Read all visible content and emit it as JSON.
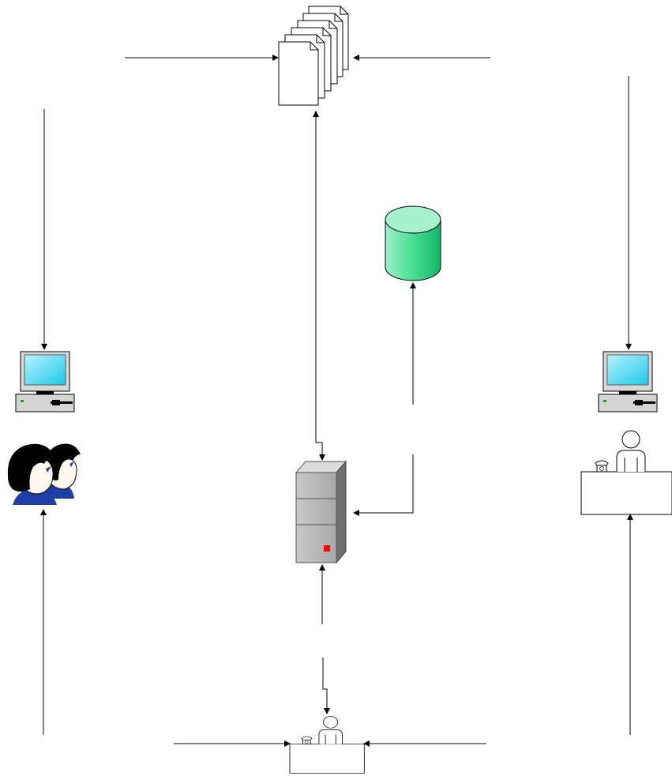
{
  "diagram": {
    "nodes": [
      {
        "id": "document-stack",
        "kind": "documents",
        "icon": "document-stack-icon"
      },
      {
        "id": "database",
        "kind": "database",
        "icon": "database-cylinder-icon",
        "color": "#1fd07f"
      },
      {
        "id": "server",
        "kind": "server",
        "icon": "server-tower-icon",
        "indicator_color": "#ff0000"
      },
      {
        "id": "computer-left",
        "kind": "workstation",
        "icon": "desktop-computer-icon",
        "screen_color": "#22d3ee"
      },
      {
        "id": "computer-right",
        "kind": "workstation",
        "icon": "desktop-computer-icon",
        "screen_color": "#22d3ee"
      },
      {
        "id": "users",
        "kind": "people",
        "icon": "users-group-icon",
        "accent_color": "#1f3fa8"
      },
      {
        "id": "desk-right",
        "kind": "operator",
        "icon": "operator-desk-icon"
      },
      {
        "id": "desk-bottom",
        "kind": "operator",
        "icon": "operator-desk-icon"
      }
    ],
    "edges": [
      {
        "id": "edge-in-docs-left",
        "to": "document-stack"
      },
      {
        "id": "edge-in-docs-right",
        "to": "document-stack"
      },
      {
        "id": "edge-docs-server",
        "from": "document-stack",
        "to": "server",
        "bidirectional": true
      },
      {
        "id": "edge-server-database",
        "from": "server",
        "to": "database"
      },
      {
        "id": "edge-in-computer-left",
        "to": "computer-left"
      },
      {
        "id": "edge-in-computer-right",
        "to": "computer-right"
      },
      {
        "id": "edge-to-users",
        "to": "users"
      },
      {
        "id": "edge-to-desk-right",
        "to": "desk-right"
      },
      {
        "id": "edge-desk-bottom-server",
        "to": "server"
      },
      {
        "id": "edge-server-desk-bottom",
        "to": "desk-bottom"
      },
      {
        "id": "edge-in-desk-bottom-left",
        "to": "desk-bottom"
      },
      {
        "id": "edge-in-desk-bottom-right",
        "to": "desk-bottom"
      }
    ]
  }
}
